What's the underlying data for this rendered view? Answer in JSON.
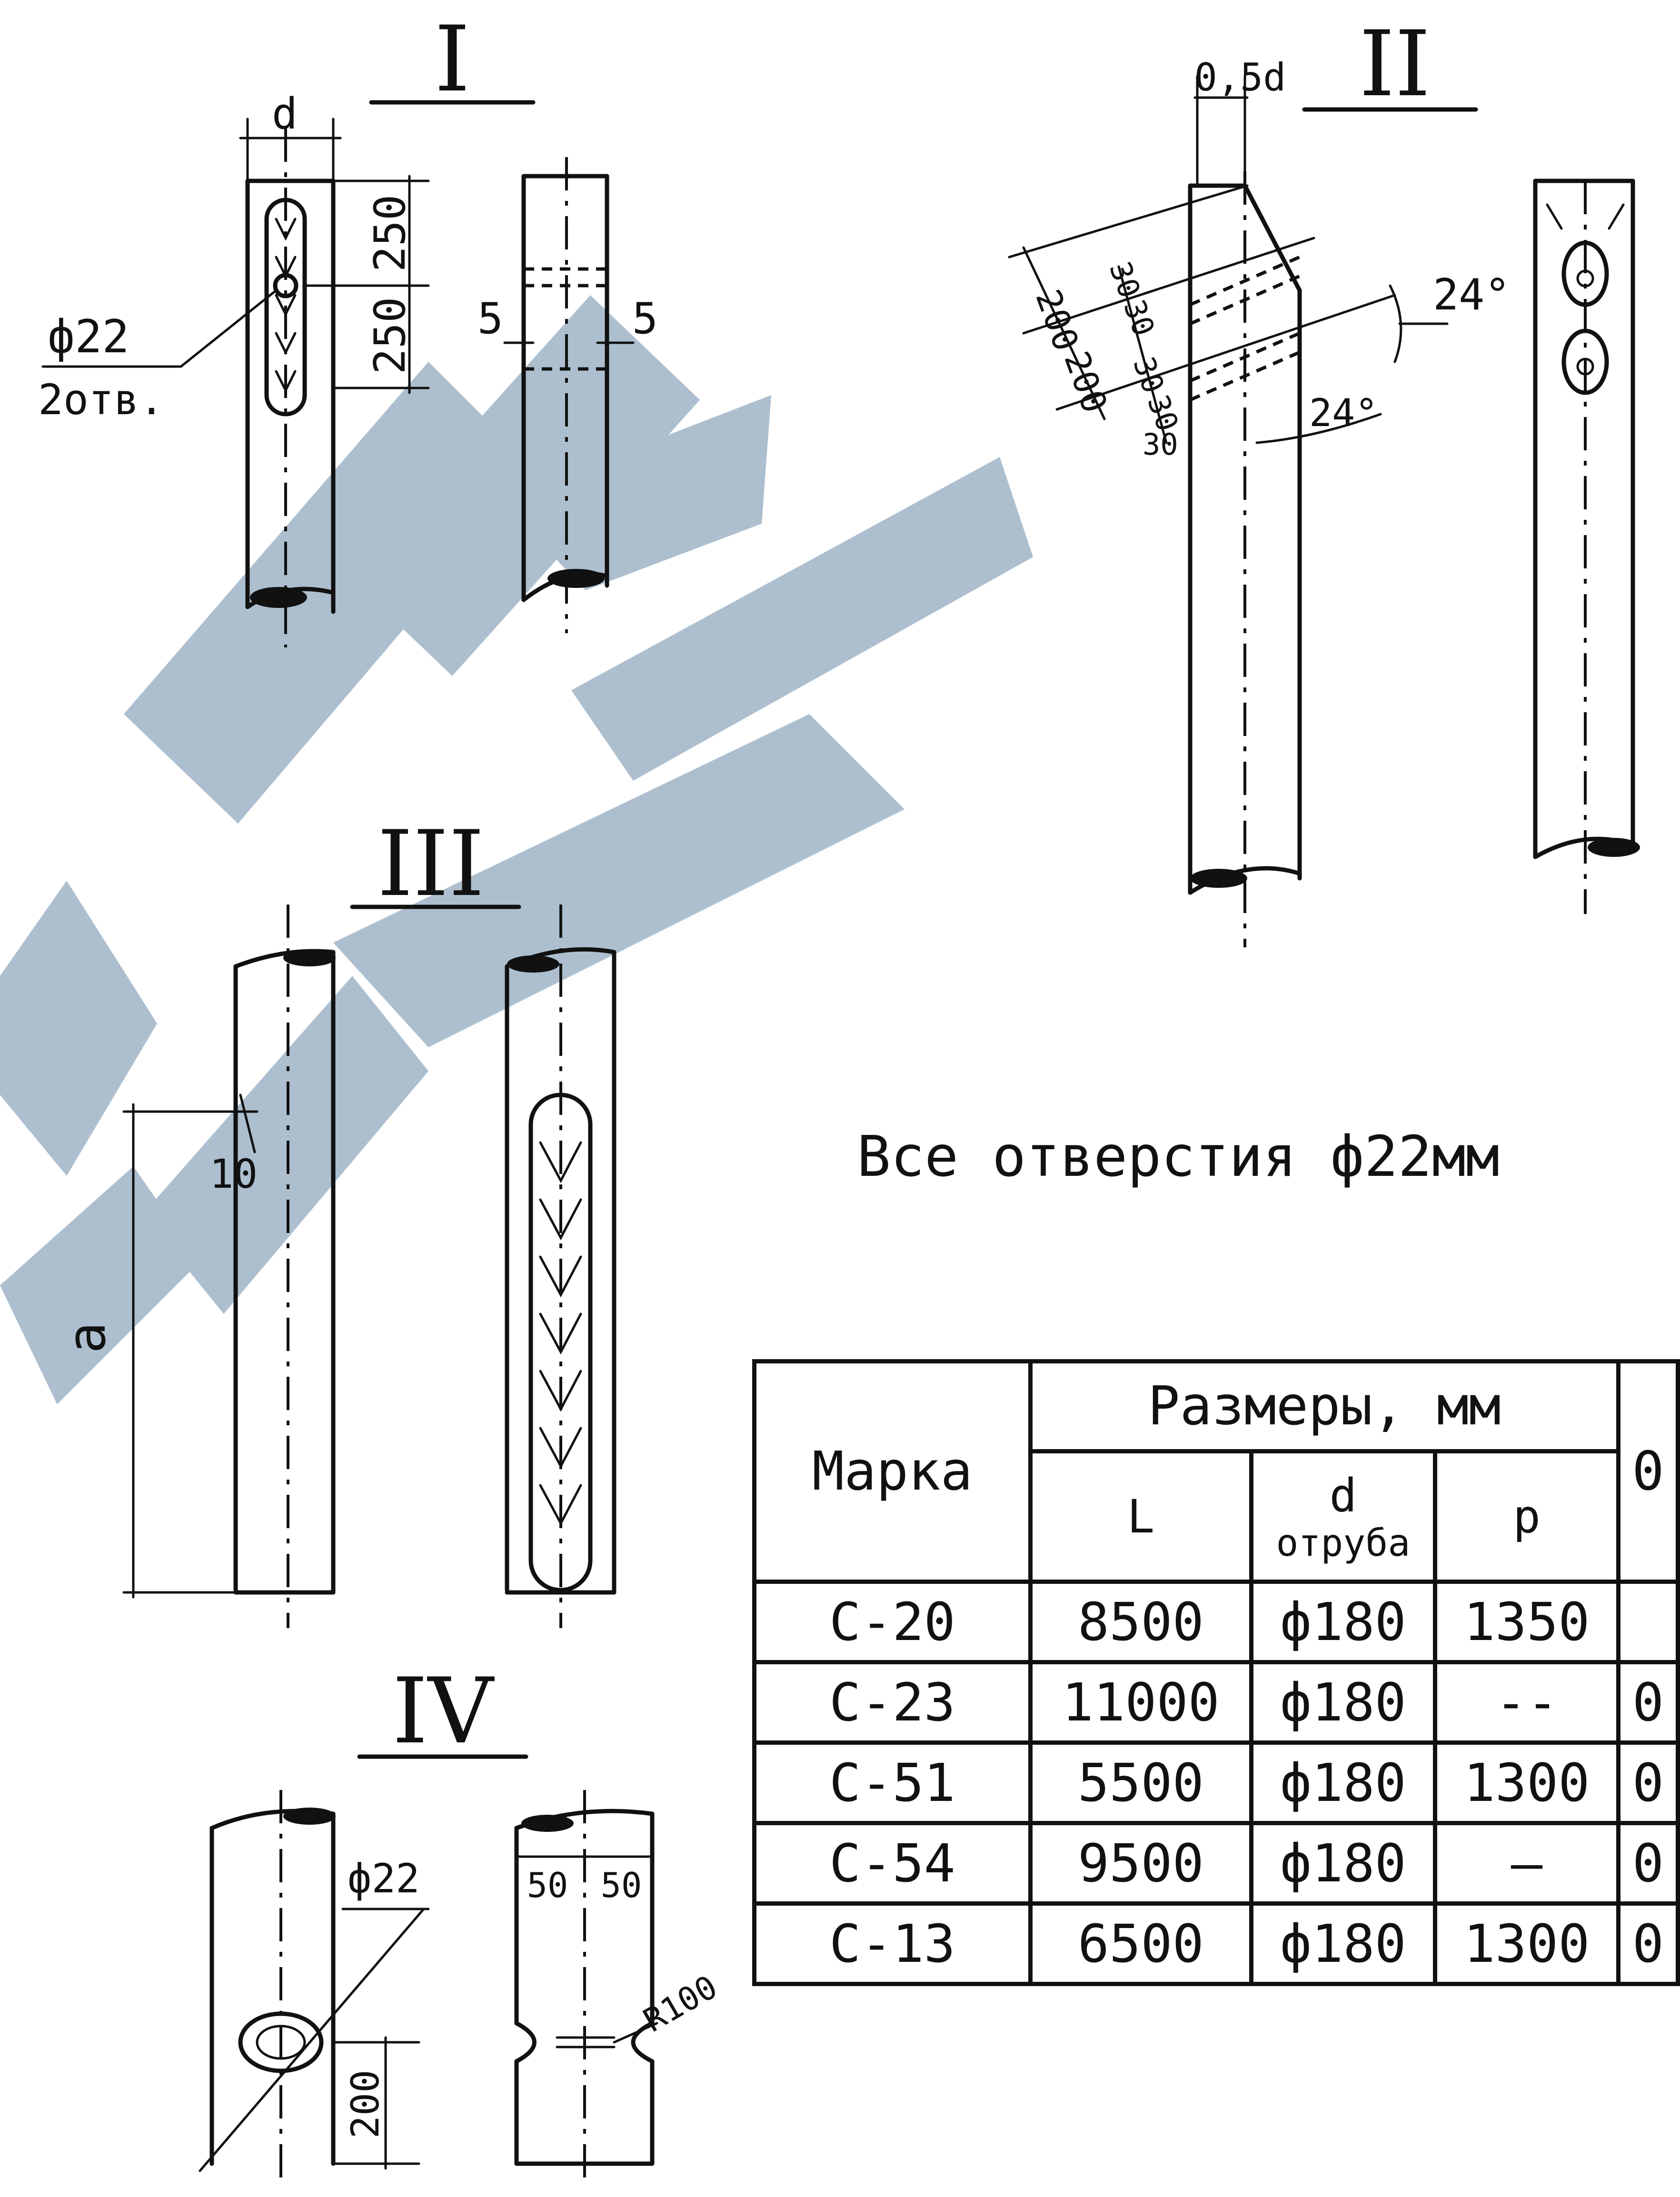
{
  "views": {
    "view1": {
      "roman": "I",
      "d_label": "d",
      "hole_label_top": "ф22",
      "hole_label_bottom": "2отв.",
      "dim_a": "250",
      "dim_b": "250",
      "side_left": "5",
      "side_right": "5"
    },
    "view2": {
      "roman": "II",
      "offset_label": "0,5d",
      "dim_200_a": "200",
      "dim_200_b": "200",
      "dim_30_a": "30",
      "dim_30_b": "30",
      "dim_30_c": "30",
      "dim_30_d": "30",
      "dim_30_e": "30",
      "angle_a": "24°",
      "angle_b": "24°"
    },
    "view3": {
      "roman": "III",
      "dim_10": "10",
      "dim_a": "a"
    },
    "view4": {
      "roman": "IV",
      "hole_label": "ф22",
      "dim_200": "200",
      "dim_50_a": "50",
      "dim_50_b": "50",
      "radius_label": "R100"
    }
  },
  "note": "Все отверстия ф22мм",
  "table": {
    "header_group": "Размеры, мм",
    "header_mark": "Марка",
    "header_L": "L",
    "header_d": "d",
    "header_d_sub": "отруба",
    "header_p": "р",
    "header_extra": "0",
    "rows": [
      {
        "mark": "С-20",
        "L": "8500",
        "d": "ф180",
        "p": "1350",
        "extra": ""
      },
      {
        "mark": "С-23",
        "L": "11000",
        "d": "ф180",
        "p": "--",
        "extra": "0"
      },
      {
        "mark": "С-51",
        "L": "5500",
        "d": "ф180",
        "p": "1300",
        "extra": "0"
      },
      {
        "mark": "С-54",
        "L": "9500",
        "d": "ф180",
        "p": "—",
        "extra": "0"
      },
      {
        "mark": "С-13",
        "L": "6500",
        "d": "ф180",
        "p": "1300",
        "extra": "0"
      }
    ]
  }
}
